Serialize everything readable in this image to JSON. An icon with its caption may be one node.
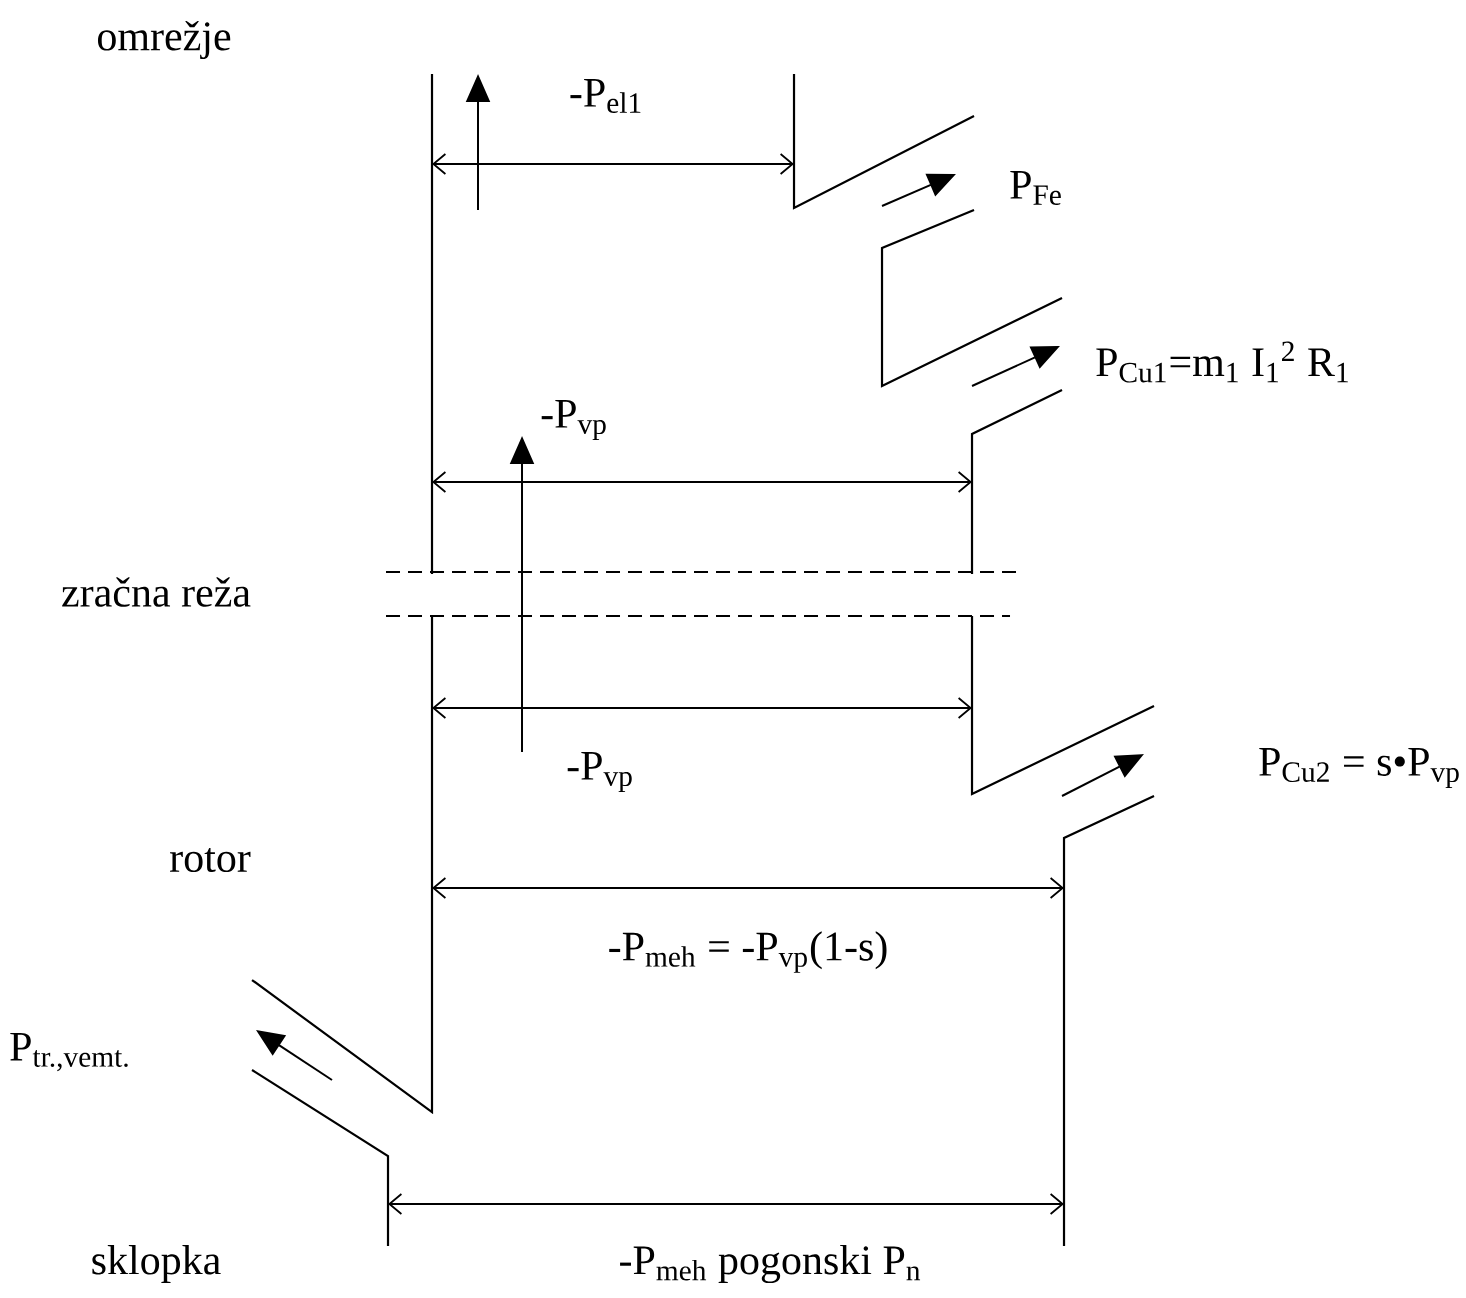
{
  "diagram": {
    "labels": [
      "omrežje",
      "-P$_{el1}$",
      "P$_{Fe}$",
      "P$_{Cu1}$=m$_{1}$ I$_{1}$$^{2}$ R$_{1}$",
      "-P$_{vp}$",
      "zračna reža",
      "-P$_{vp}$",
      "P$_{Cu2}$ = s•P$_{vp}$",
      "rotor",
      "-P$_{meh}$ = -P$_{vp}$(1-s)",
      "P$_{tr.,vemt.}$",
      "sklopka",
      "-P$_{meh}$ pogonski P$_{n}$"
    ]
  }
}
